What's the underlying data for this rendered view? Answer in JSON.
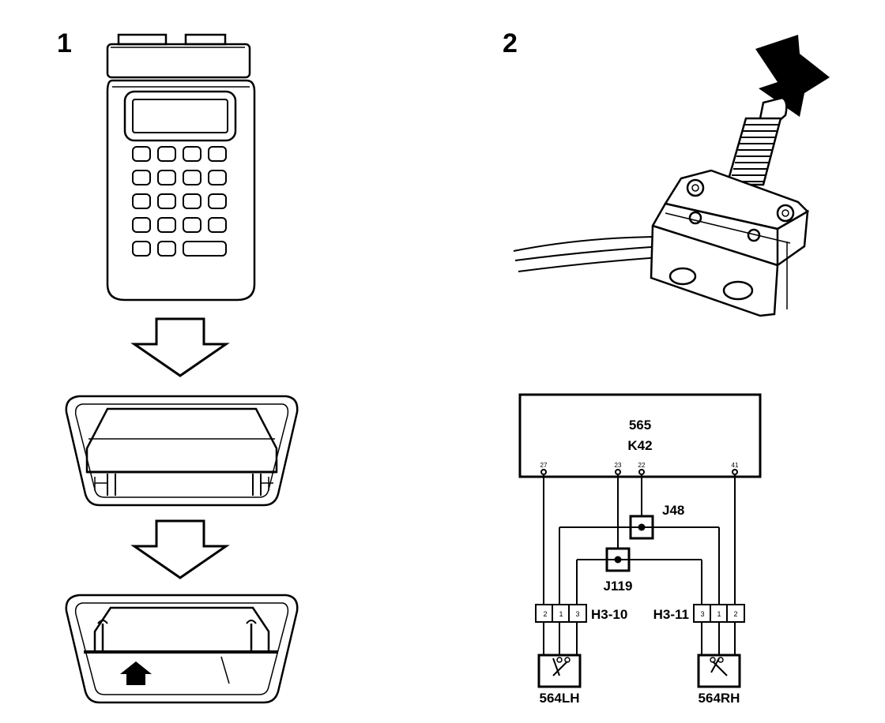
{
  "panels": [
    {
      "number": "1"
    },
    {
      "number": "2"
    }
  ],
  "schematic": {
    "module_code": "565",
    "module_ref": "K42",
    "pins": [
      "27",
      "23",
      "22",
      "41"
    ],
    "junctions": [
      "J48",
      "J119"
    ],
    "connectors": [
      {
        "label": "H3-10",
        "pins": [
          "2",
          "1",
          "3"
        ]
      },
      {
        "label": "H3-11",
        "pins": [
          "3",
          "1",
          "2"
        ]
      }
    ],
    "switches": [
      "564LH",
      "564RH"
    ]
  },
  "icons": [
    "diagnostic-tester-icon",
    "down-arrow-icon",
    "connector-socket-icon",
    "brake-switch-icon",
    "press-arrow-icon"
  ]
}
